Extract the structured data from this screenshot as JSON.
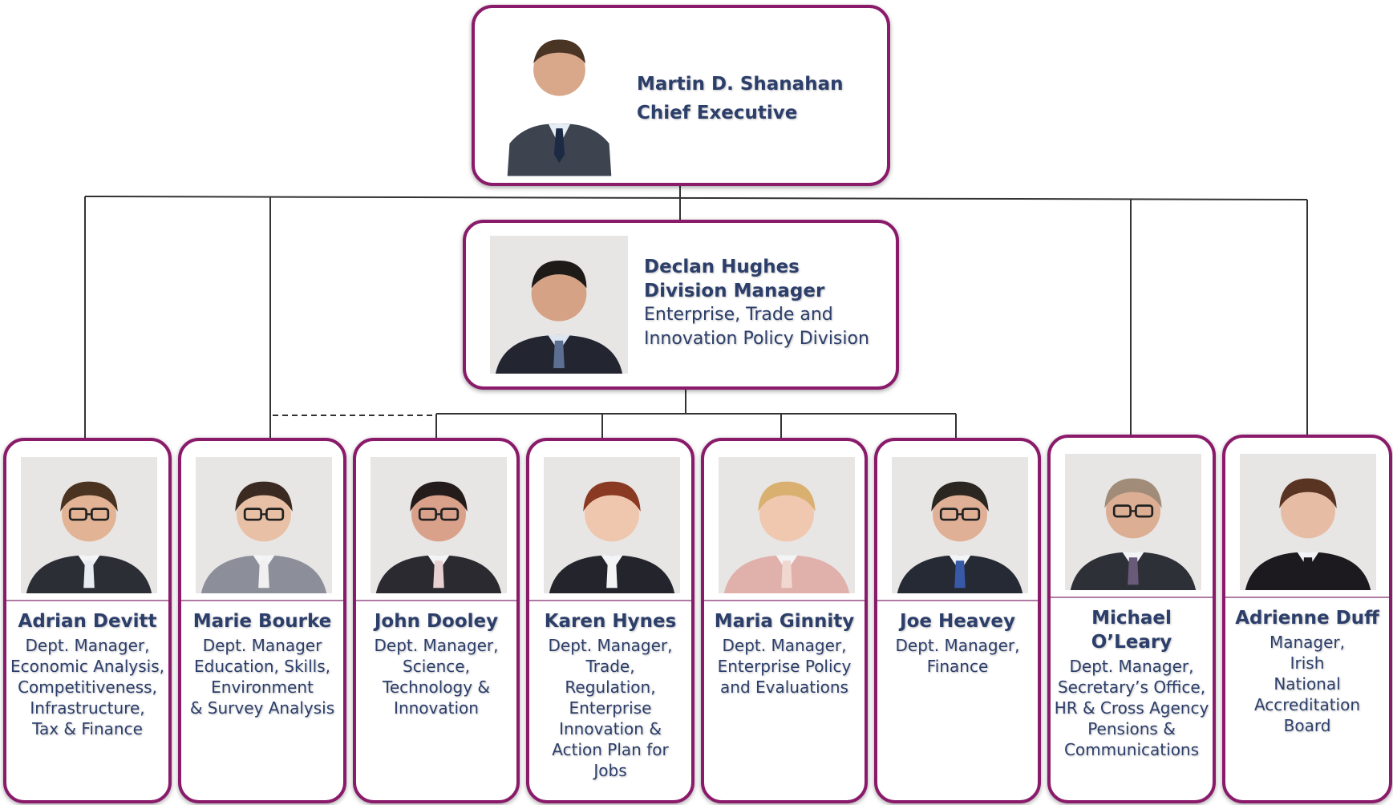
{
  "top": {
    "name": "Martin D. Shanahan",
    "title": "Chief Executive"
  },
  "division": {
    "name": "Declan Hughes",
    "title": "Division Manager",
    "desc_line1": "Enterprise, Trade and",
    "desc_line2": "Innovation Policy Division"
  },
  "managers": [
    {
      "name": "Adrian Devitt",
      "lines": [
        "Dept. Manager,",
        "Economic Analysis,",
        "Competitiveness,",
        "Infrastructure,",
        "Tax & Finance"
      ]
    },
    {
      "name": "Marie Bourke",
      "lines": [
        "Dept. Manager",
        "Education, Skills,",
        "Environment",
        "& Survey Analysis"
      ]
    },
    {
      "name": "John Dooley",
      "lines": [
        "Dept. Manager,",
        "Science,",
        "Technology &",
        "Innovation"
      ]
    },
    {
      "name": "Karen Hynes",
      "lines": [
        "Dept. Manager,",
        "Trade,",
        "Regulation,",
        "Enterprise",
        "Innovation &",
        "Action Plan for",
        "Jobs"
      ]
    },
    {
      "name": "Maria Ginnity",
      "lines": [
        "Dept. Manager,",
        "Enterprise Policy",
        "and Evaluations"
      ]
    },
    {
      "name": "Joe Heavey",
      "lines": [
        "Dept. Manager,",
        "Finance"
      ]
    },
    {
      "name": "Michael O’Leary",
      "lines": [
        "Dept. Manager,",
        "Secretary’s Office,",
        "HR & Cross Agency",
        "Pensions &",
        "Communications"
      ]
    },
    {
      "name": "Adrienne Duff",
      "lines": [
        "Manager,",
        "Irish",
        "National",
        "Accreditation",
        "Board"
      ]
    }
  ]
}
